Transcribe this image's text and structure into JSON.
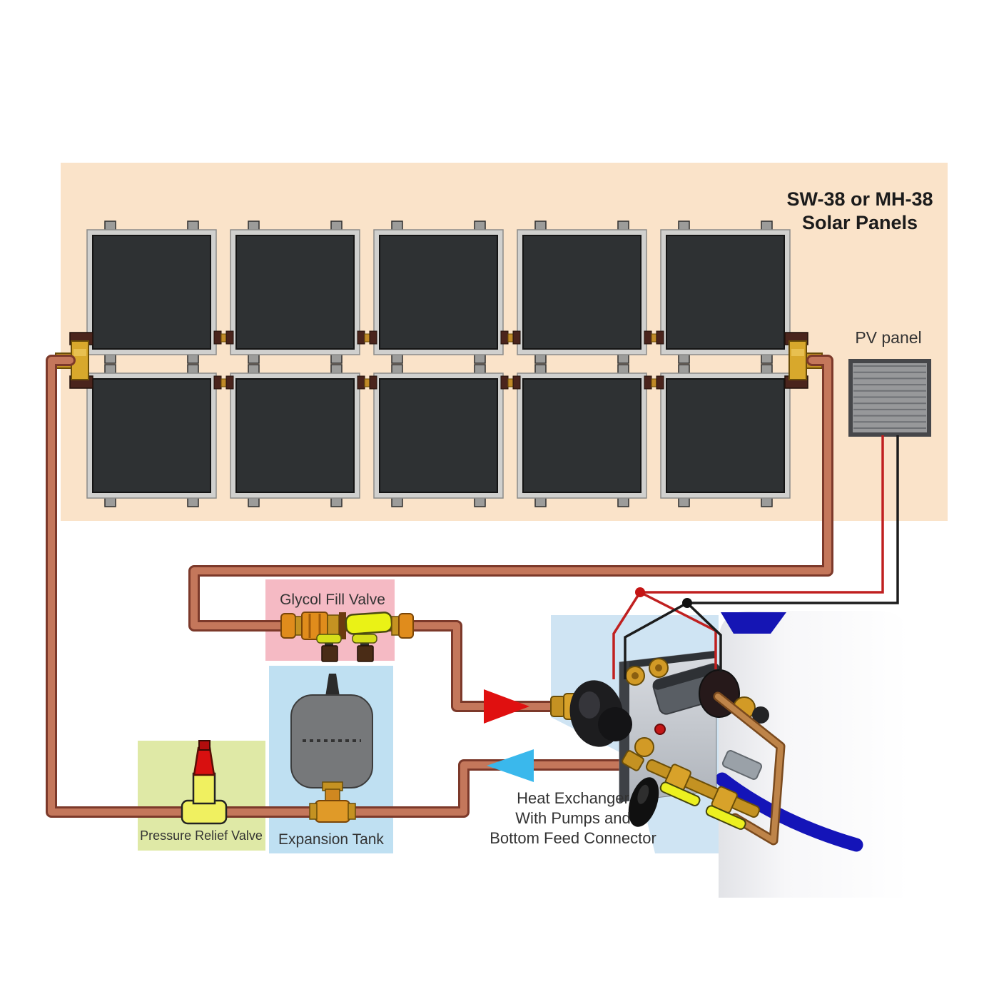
{
  "title": {
    "line1": "SW-38 or MH-38",
    "line2": "Solar Panels"
  },
  "labels": {
    "pv_panel": "PV panel",
    "glycol_fill_valve": "Glycol Fill Valve",
    "expansion_tank": "Expansion Tank",
    "pressure_relief_valve": "Pressure Relief Valve",
    "heat_exchanger_line1": "Heat Exchanger",
    "heat_exchanger_line2": "With Pumps and",
    "heat_exchanger_line3": "Bottom Feed Connector"
  },
  "array": {
    "rows": 2,
    "cols": 5,
    "panel_count": 10
  },
  "flow": {
    "supply_arrow_direction": "right",
    "return_arrow_direction": "left"
  },
  "colors": {
    "roof_background": "#FAE3C9",
    "panel_dark": "#2E3133",
    "panel_frame": "#D0D0CE",
    "pipe_fill": "#C4775B",
    "pipe_edge": "#7C392A",
    "brass": "#C49222",
    "orange_fitting": "#E08C1C",
    "glycol_box": "#F5BAC4",
    "expansion_box": "#BFE0F2",
    "pressure_box": "#DFE9A6",
    "hx_backdrop": "#CFE4F3",
    "supply_arrow": "#E01010",
    "return_arrow": "#3AB8EC",
    "wire_red": "#C02020",
    "wire_black": "#1C1C1C",
    "tank_blue": "#1414B8"
  }
}
